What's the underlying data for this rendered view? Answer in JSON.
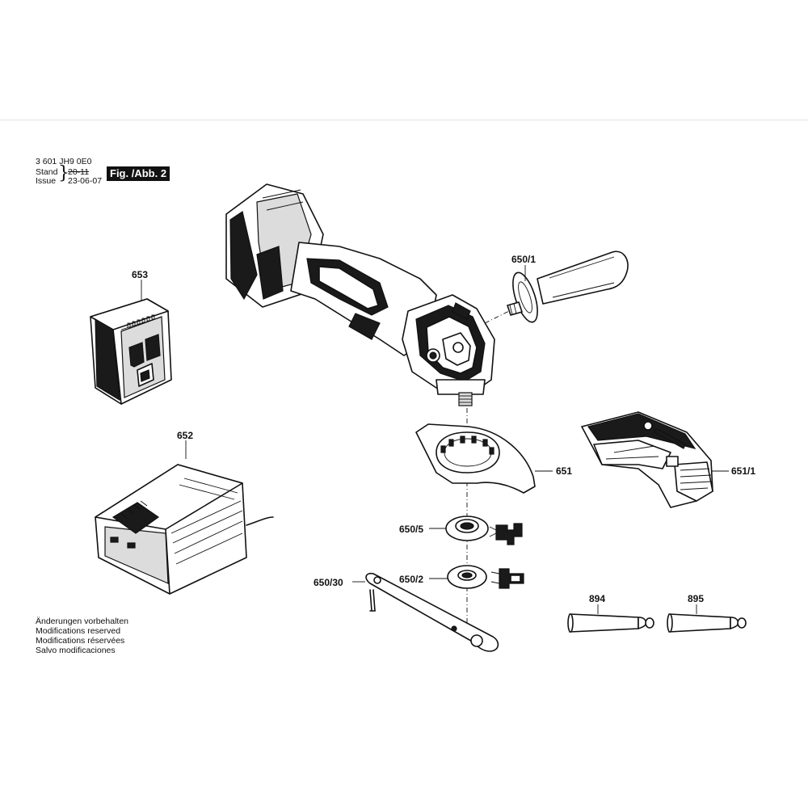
{
  "header": {
    "doc_number": "3 601 JH9 0E0",
    "stand_label": "Stand",
    "issue_label": "Issue",
    "stand_value": "20-11",
    "issue_value": "23-06-07",
    "figure_label": "Fig. /Abb. 2"
  },
  "parts": {
    "p653": "653",
    "p652": "652",
    "p650_1": "650/1",
    "p651": "651",
    "p651_1": "651/1",
    "p650_5": "650/5",
    "p650_2": "650/2",
    "p650_30": "650/30",
    "p894": "894",
    "p895": "895"
  },
  "footer_notes": [
    "Änderungen vorbehalten",
    "Modifications reserved",
    "Modifications réservées",
    "Salvo modificaciones"
  ]
}
